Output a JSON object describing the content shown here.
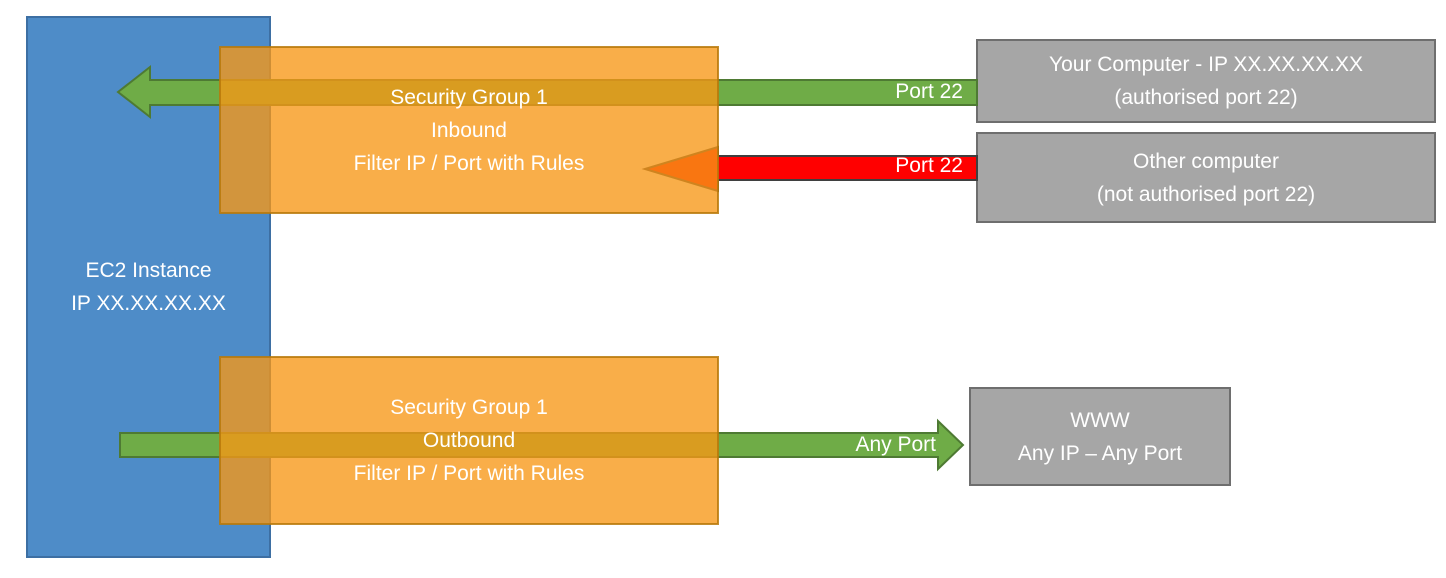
{
  "title": "EC2 Security Group inbound / outbound filtering diagram",
  "colors": {
    "blue_fill": "#4E8CC8",
    "blue_border": "#3D6FA3",
    "orange_fill": "rgba(247,151,22,0.78)",
    "orange_border": "rgba(184,121,10,0.85)",
    "green_fill": "#6FAC47",
    "green_border": "#4E7A33",
    "red_fill": "#FF0000",
    "red_border": "#3F3F3F",
    "gray_fill": "#A6A6A6",
    "gray_border": "#6E6E6E",
    "text": "#FFFFFF"
  },
  "nodes": {
    "ec2": {
      "line1": "EC2 Instance",
      "line2": "IP XX.XX.XX.XX"
    },
    "sg_inbound": {
      "line1": "Security Group 1",
      "line2": "Inbound",
      "line3": "Filter IP / Port with Rules"
    },
    "sg_outbound": {
      "line1": "Security Group 1",
      "line2": "Outbound",
      "line3": "Filter IP / Port with Rules"
    },
    "your_computer": {
      "line1": "Your Computer - IP XX.XX.XX.XX",
      "line2": "(authorised port 22)"
    },
    "other_computer": {
      "line1": "Other computer",
      "line2": "(not authorised port 22)"
    },
    "www": {
      "line1": "WWW",
      "line2": "Any IP – Any Port"
    }
  },
  "arrows": {
    "inbound_allowed": {
      "label": "Port 22",
      "status": "allowed"
    },
    "inbound_blocked": {
      "label": "Port 22",
      "status": "blocked"
    },
    "outbound": {
      "label": "Any Port",
      "status": "allowed"
    }
  }
}
